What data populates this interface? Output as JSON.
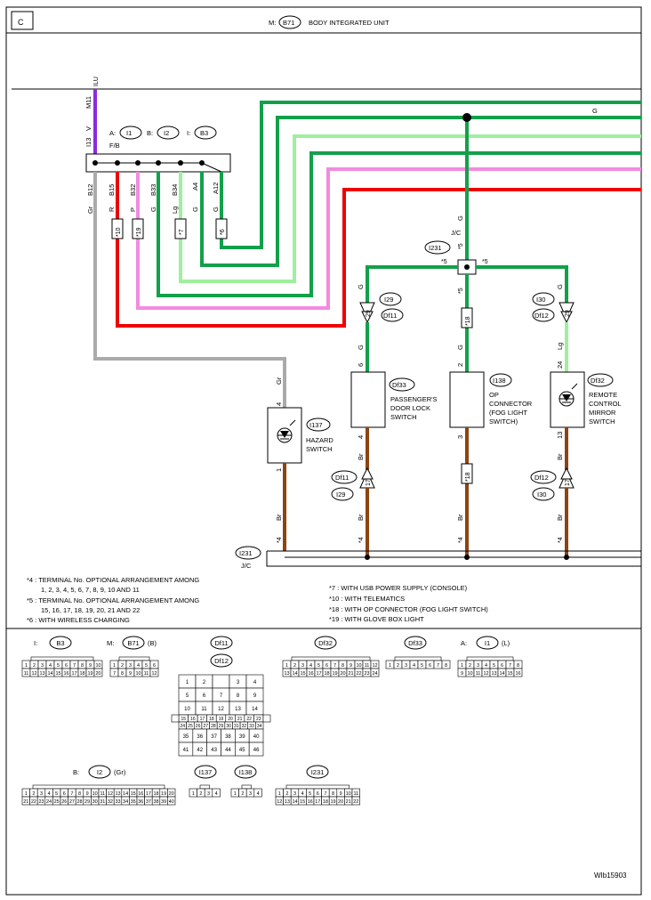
{
  "section": "C",
  "header": {
    "prefix": "M:",
    "connector": "B71",
    "title": "BODY INTEGRATED UNIT"
  },
  "wires": {
    "ilu": "ILU",
    "m11": "M11",
    "i13": "I13",
    "v": "V"
  },
  "fb": {
    "a": "A:",
    "a_conn": "I1",
    "b": "B:",
    "b_conn": "I2",
    "i": "I:",
    "i_conn": "B3",
    "name": "F/B"
  },
  "pins": {
    "b12": "B12",
    "b15": "B15",
    "b32": "B32",
    "b33": "B33",
    "b34": "B34",
    "a4": "A4",
    "a12": "A12"
  },
  "colors": {
    "gr": "Gr",
    "r": "R",
    "p": "P",
    "g": "G",
    "lg": "Lg",
    "br": "Br"
  },
  "tags": {
    "t4": "*4",
    "t5": "*5",
    "t6": "*6",
    "t7": "*7",
    "t9": "29",
    "t10": "*10",
    "t17": "17",
    "t18": "*18",
    "t19": "*19"
  },
  "jc": {
    "label": "J/C",
    "conn": "I231"
  },
  "conns": {
    "i29": "I29",
    "df11": "Df11",
    "i30": "I30",
    "df12": "Df12",
    "df33": "Df33",
    "i138": "I138",
    "df32": "Df32",
    "i137": "I137"
  },
  "pinsb": {
    "p1": "1",
    "p2": "2",
    "p3": "3",
    "p4": "4",
    "p6": "6",
    "p13": "13",
    "p24": "24"
  },
  "switches": {
    "passenger": [
      "PASSENGER'S",
      "DOOR LOCK",
      "SWITCH"
    ],
    "op": [
      "OP",
      "CONNECTOR",
      "(FOG LIGHT",
      "SWITCH)"
    ],
    "mirror": [
      "REMOTE",
      "CONTROL",
      "MIRROR",
      "SWITCH"
    ],
    "hazard": [
      "HAZARD",
      "SWITCH"
    ]
  },
  "notes": {
    "n4a": "*4   : TERMINAL No. OPTIONAL ARRANGEMENT AMONG",
    "n4b": "1, 2, 3, 4, 5, 6, 7, 8, 9, 10 AND 11",
    "n5a": "*5   : TERMINAL No. OPTIONAL ARRANGEMENT AMONG",
    "n5b": "15, 16, 17, 18, 19, 20, 21 AND 22",
    "n6": "*6   : WITH WIRELESS CHARGING",
    "n7": "*7   : WITH USB POWER SUPPLY (CONSOLE)",
    "n10": "*10  : WITH TELEMATICS",
    "n18": "*18  : WITH OP CONNECTOR (FOG LIGHT SWITCH)",
    "n19": "*19  : WITH GLOVE BOX LIGHT"
  },
  "pinouts": [
    {
      "prefix": "I:",
      "id": "B3",
      "suffix": "",
      "rows": [
        [
          "1",
          "2",
          "3",
          "4",
          "5",
          "6",
          "7",
          "8",
          "9",
          "10"
        ],
        [
          "11",
          "12",
          "13",
          "14",
          "15",
          "16",
          "17",
          "18",
          "19",
          "20"
        ]
      ]
    },
    {
      "prefix": "M:",
      "id": "B71",
      "suffix": "(B)",
      "rows": [
        [
          "1",
          "2",
          "3",
          "4",
          "5",
          "6"
        ],
        [
          "7",
          "8",
          "9",
          "10",
          "11",
          "12"
        ]
      ]
    },
    {
      "prefix": "",
      "id": "Df11",
      "suffix": "",
      "rows": []
    },
    {
      "prefix": "",
      "id": "Df32",
      "suffix": "",
      "rows": [
        [
          "1",
          "2",
          "3",
          "4",
          "5",
          "6",
          "7",
          "8",
          "9",
          "10",
          "11",
          "12"
        ],
        [
          "13",
          "14",
          "15",
          "16",
          "17",
          "18",
          "19",
          "20",
          "21",
          "22",
          "23",
          "24"
        ]
      ]
    },
    {
      "prefix": "",
      "id": "Df33",
      "suffix": "",
      "rows": [
        [
          "1",
          "2",
          "3",
          "4",
          "5",
          "6",
          "7",
          "8"
        ]
      ]
    },
    {
      "prefix": "A:",
      "id": "I1",
      "suffix": "(L)",
      "rows": [
        [
          "1",
          "2",
          "3",
          "4",
          "5",
          "6",
          "7",
          "8"
        ],
        [
          "9",
          "10",
          "11",
          "12",
          "13",
          "14",
          "15",
          "16"
        ]
      ]
    }
  ],
  "df12": {
    "label": "Df12",
    "grid": [
      [
        "1",
        "2",
        "",
        "3",
        "4"
      ],
      [
        "5",
        "6",
        "7",
        "8",
        "9"
      ],
      [
        "10",
        "11",
        "12",
        "13",
        "14"
      ],
      [
        "15",
        "16",
        "17",
        "18",
        "19",
        "20",
        "21",
        "22",
        "23"
      ],
      [
        "24",
        "25",
        "26",
        "27",
        "28",
        "29",
        "30",
        "31",
        "32",
        "33",
        "34"
      ],
      [
        "35",
        "36",
        "37",
        "38",
        "39",
        "40"
      ],
      [
        "41",
        "42",
        "43",
        "44",
        "45",
        "46"
      ]
    ]
  },
  "pinouts2": [
    {
      "prefix": "B:",
      "id": "I2",
      "suffix": "(Gr)",
      "rows": [
        [
          "1",
          "2",
          "3",
          "4",
          "5",
          "6",
          "7",
          "8",
          "9",
          "10",
          "11",
          "12",
          "13",
          "14",
          "15",
          "16",
          "17",
          "18",
          "19",
          "20"
        ],
        [
          "21",
          "22",
          "23",
          "24",
          "25",
          "26",
          "27",
          "28",
          "29",
          "30",
          "31",
          "32",
          "33",
          "34",
          "35",
          "36",
          "37",
          "38",
          "39",
          "40"
        ]
      ]
    },
    {
      "prefix": "",
      "id": "I137",
      "suffix": "",
      "rows": [
        [
          "1",
          "2",
          "3",
          "4"
        ]
      ]
    },
    {
      "prefix": "",
      "id": "I138",
      "suffix": "",
      "rows": [
        [
          "1",
          "2",
          "3",
          "4"
        ]
      ]
    },
    {
      "prefix": "",
      "id": "I231",
      "suffix": "",
      "rows": [
        [
          "1",
          "2",
          "3",
          "4",
          "5",
          "6",
          "7",
          "8",
          "9",
          "10",
          "11"
        ],
        [
          "12",
          "13",
          "14",
          "15",
          "16",
          "17",
          "18",
          "19",
          "20",
          "21",
          "22"
        ]
      ]
    }
  ],
  "footer": {
    "code": "WIb15903"
  }
}
